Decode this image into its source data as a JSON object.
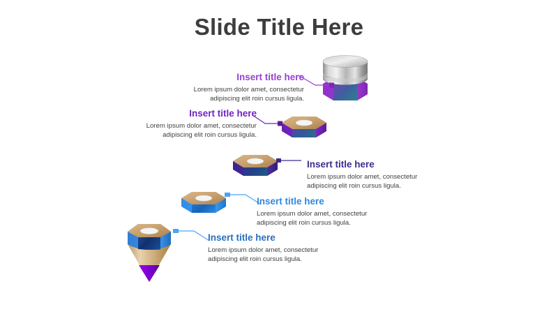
{
  "slide": {
    "title": "Slide Title Here",
    "background_color": "#ffffff",
    "title_color": "#3d3d3d"
  },
  "callouts": [
    {
      "id": "callout-1",
      "title": "Insert title here",
      "body": "Lorem ipsum dolor amet, consectetur adipiscing elit roin cursus ligula.",
      "color": "#9b3fd0",
      "align": "right"
    },
    {
      "id": "callout-2",
      "title": "Insert title here",
      "body": "Lorem ipsum dolor amet, consectetur adipiscing elit roin cursus ligula.",
      "color": "#7024c4",
      "align": "right"
    },
    {
      "id": "callout-3",
      "title": "Insert title here",
      "body": "Lorem ipsum dolor amet, consectetur adipiscing elit roin cursus ligula.",
      "color": "#3b2b8f",
      "align": "left"
    },
    {
      "id": "callout-4",
      "title": "Insert title here",
      "body": "Lorem ipsum dolor amet, consectetur adipiscing elit roin cursus ligula.",
      "color": "#2f8ae0",
      "align": "left"
    },
    {
      "id": "callout-5",
      "title": "Insert title here",
      "body": "Lorem ipsum dolor amet, consectetur adipiscing elit roin cursus ligula.",
      "color": "#2b6fc0",
      "align": "left"
    }
  ],
  "pencil": {
    "description": "stacked 3d pencil infographic, five hexagonal segments descending left-down",
    "segments": [
      {
        "id": "pencil-segment-1",
        "body_color": "#9b35d6",
        "top_color": "#b8b8b8",
        "label": "metal-eraser-ferrule"
      },
      {
        "id": "pencil-segment-2",
        "body_color": "#7b22c9",
        "top_color": "#c9a273",
        "label": "wood-hex-body"
      },
      {
        "id": "pencil-segment-3",
        "body_color": "#4a2a9e",
        "top_color": "#c9a273",
        "label": "wood-hex-body"
      },
      {
        "id": "pencil-segment-4",
        "body_color": "#2f90ee",
        "top_color": "#c9a273",
        "label": "wood-hex-body"
      },
      {
        "id": "pencil-segment-5",
        "body_color": "#2f7fd6",
        "top_color": "#c9a273",
        "label": "sharpened-tip",
        "tip_color": "#8400e0"
      }
    ],
    "connector_colors": [
      "#9b3fd0",
      "#7024c4",
      "#3b2b8f",
      "#4da3f0",
      "#4da3f0"
    ]
  }
}
